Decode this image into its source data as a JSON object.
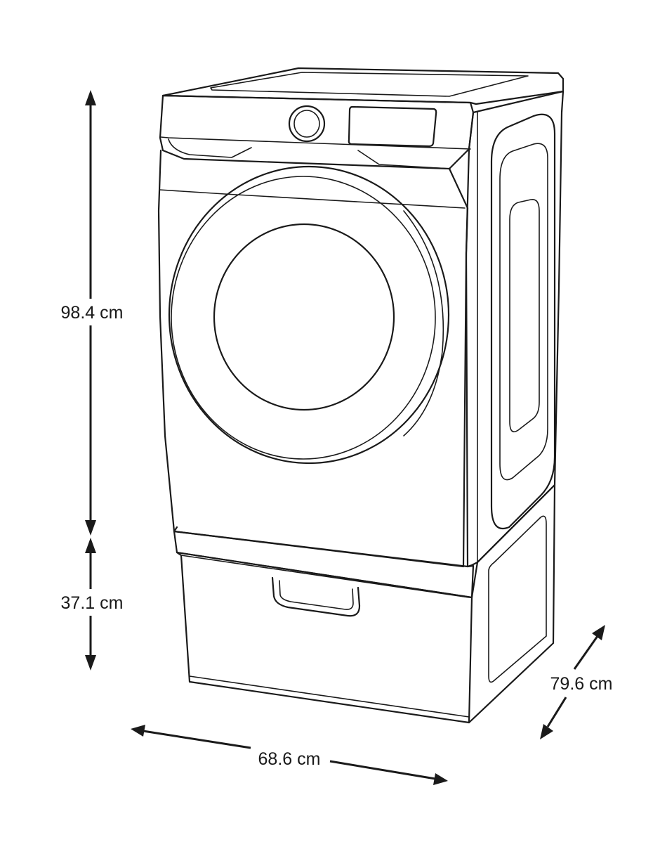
{
  "dimensions": {
    "dryer_height": "98.4 cm",
    "pedestal_height": "37.1 cm",
    "width": "68.6 cm",
    "depth": "79.6 cm"
  },
  "colors": {
    "line": "#1a1a1a",
    "background": "#ffffff"
  }
}
